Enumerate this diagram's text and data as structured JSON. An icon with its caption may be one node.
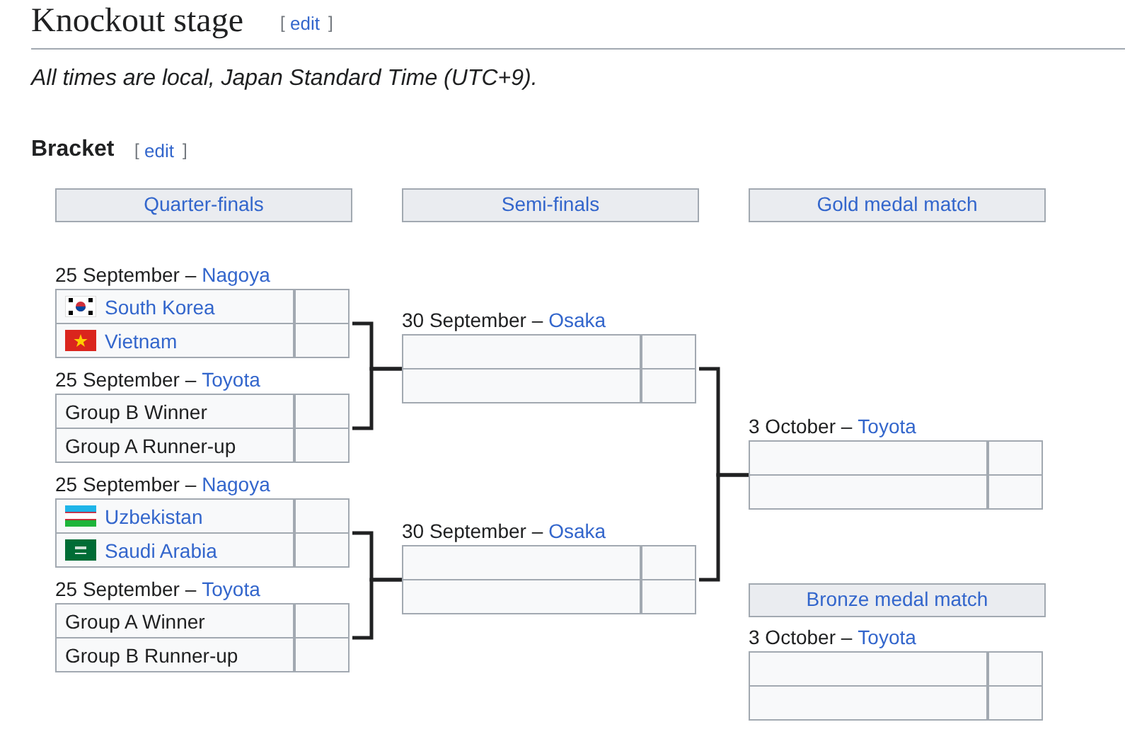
{
  "diagram": {
    "title": "Knockout stage",
    "nodes": [
      {
        "text": [
          "Quarter-finals"
        ]
      },
      {
        "text": [
          "Semi-finals"
        ]
      },
      {
        "text": [
          "Gold medal match"
        ]
      },
      {
        "text": [
          "25 September –",
          "Nagoya",
          "South Korea",
          "Vietnam"
        ]
      },
      {
        "text": [
          "25 September –",
          "Toyota",
          "Group B Winner",
          "Group A Runner-up"
        ]
      },
      {
        "text": [
          "25 September –",
          "Nagoya",
          "Uzbekistan",
          "Saudi Arabia"
        ]
      },
      {
        "text": [
          "25 September –",
          "Toyota",
          "Group A Winner",
          "Group B Runner-up"
        ]
      },
      {
        "text": [
          "30 September –",
          "Osaka"
        ]
      },
      {
        "text": [
          "30 September –",
          "Osaka"
        ]
      },
      {
        "text": [
          "3 October –",
          "Toyota"
        ]
      },
      {
        "text": [
          "Bronze medal match"
        ]
      },
      {
        "text": [
          "3 October –",
          "Toyota"
        ]
      }
    ],
    "edges": [
      {
        "from": 3,
        "to": 7,
        "arrow": "none"
      },
      {
        "from": 4,
        "to": 7,
        "arrow": "none"
      },
      {
        "from": 5,
        "to": 8,
        "arrow": "none"
      },
      {
        "from": 6,
        "to": 8,
        "arrow": "none"
      },
      {
        "from": 7,
        "to": 9,
        "arrow": "none"
      },
      {
        "from": 8,
        "to": 9,
        "arrow": "none"
      }
    ],
    "labels": [
      "[",
      "edit",
      "]",
      "All times are local, Japan Standard Time (UTC+9).",
      "Bracket",
      "[",
      "edit",
      "]"
    ]
  }
}
